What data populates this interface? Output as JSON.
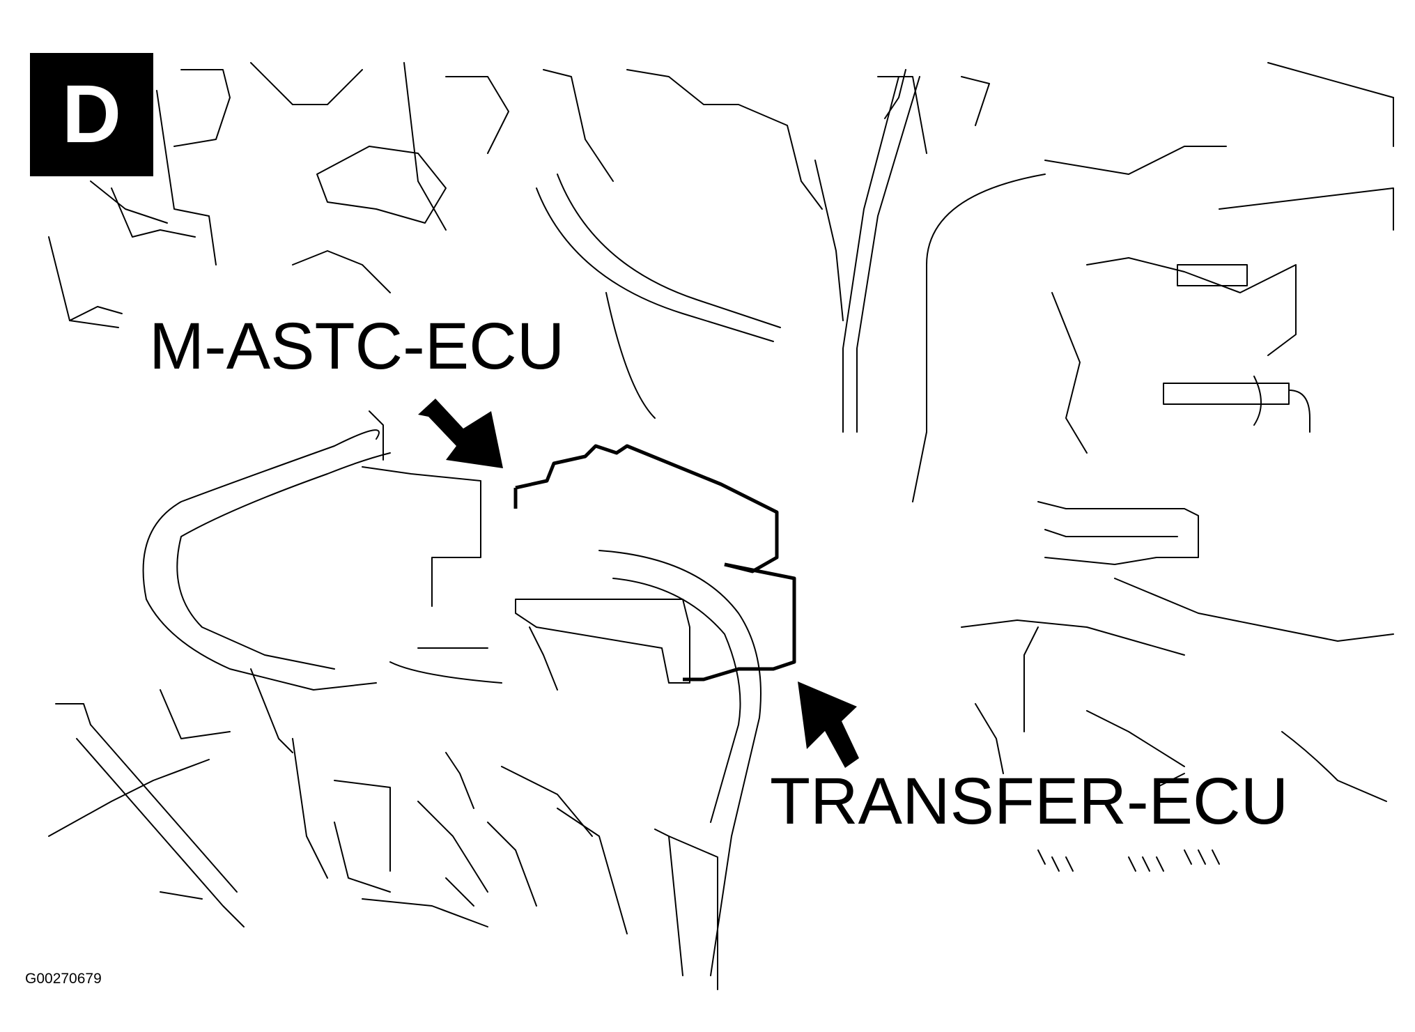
{
  "view_badge": "D",
  "callouts": {
    "m_astc_ecu": "M-ASTC-ECU",
    "transfer_ecu": "TRANSFER-ECU"
  },
  "figure_id": "G00270679",
  "colors": {
    "line": "#000000",
    "background": "#ffffff"
  }
}
